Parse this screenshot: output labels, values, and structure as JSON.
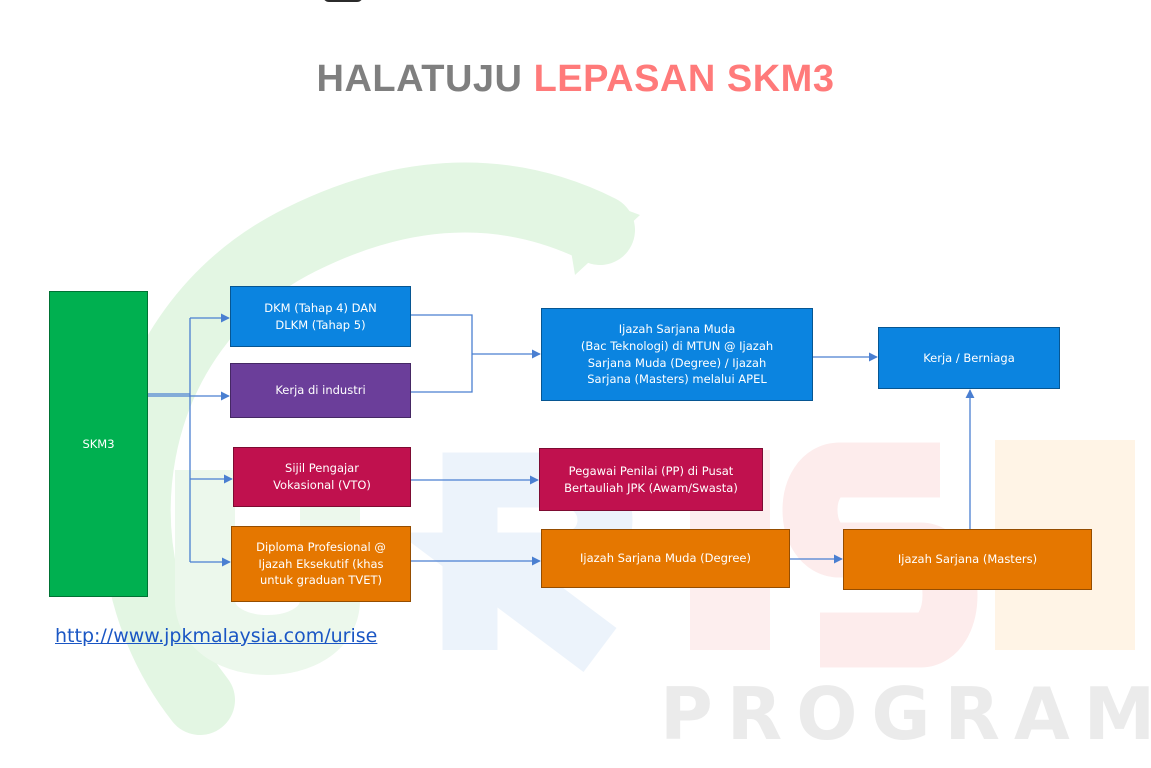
{
  "title": {
    "part1": "HALATUJU",
    "part2": "LEPASAN SKM3"
  },
  "boxes": {
    "skm3": "SKM3",
    "dkm": "DKM (Tahap 4) DAN\nDLKM (Tahap 5)",
    "kerja_industri": "Kerja di industri",
    "sijil": "Sijil Pengajar\nVokasional (VTO)",
    "diploma": "Diploma Profesional @\nIjazah Eksekutif (khas\nuntuk graduan TVET)",
    "ijazah_sarjana_muda": "Ijazah Sarjana Muda\n(Bac Teknologi) di MTUN @ Ijazah\nSarjana Muda (Degree) / Ijazah\nSarjana (Masters) melalui APEL",
    "pegawai": "Pegawai Penilai (PP) di Pusat\nBertauliah JPK (Awam/Swasta)",
    "degree": "Ijazah Sarjana Muda (Degree)",
    "masters": "Ijazah Sarjana (Masters)",
    "berniaga": "Kerja / Berniaga"
  },
  "link": "http://www.jpkmalaysia.com/urise",
  "watermark": {
    "word": "PROGRAM"
  },
  "colors": {
    "green": "#00b050",
    "blue": "#0b84e0",
    "purple": "#6b3e9a",
    "crimson": "#c0114e",
    "orange": "#e57700",
    "arrow": "#4a7fd1",
    "title_gray": "#7f7f7f",
    "title_red": "#ff7a7a"
  }
}
